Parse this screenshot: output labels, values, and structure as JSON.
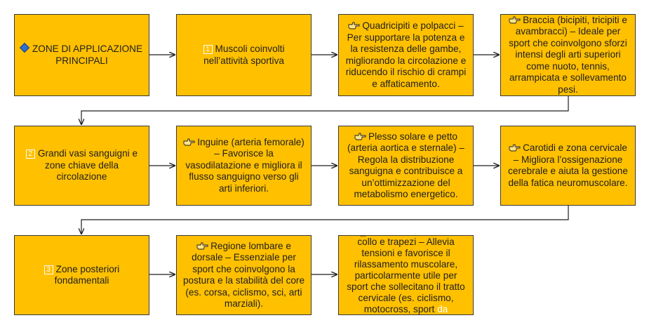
{
  "colors": {
    "box_fill": "#FFC000",
    "border": "#3a3a3a",
    "arrow": "#1f1f1f",
    "accent_blue": "#2e6fd1"
  },
  "icons": {
    "diamond": "blue-diamond-icon",
    "hand": "pointing-hand-icon",
    "number": "number-box-icon"
  },
  "rows": [
    {
      "boxes": [
        {
          "icon": "diamond",
          "text": "ZONE DI APPLICAZIONE PRINCIPALI"
        },
        {
          "icon": "number",
          "num": "1",
          "text": "Muscoli coinvolti nell’attività sportiva"
        },
        {
          "icon": "hand",
          "text": "Quadricipiti e polpacci – Per supportare la potenza e la resistenza delle gambe, migliorando la circolazione e riducendo il rischio di crampi e affaticamento."
        },
        {
          "icon": "hand",
          "text": "Braccia (bicipiti, tricipiti e avambracci) – Ideale per sport che coinvolgono sforzi intensi degli arti superiori come nuoto, tennis, arrampicata e sollevamento pesi."
        }
      ]
    },
    {
      "boxes": [
        {
          "icon": "number",
          "num": "2",
          "text": "Grandi vasi sanguigni e zone chiave della circolazione"
        },
        {
          "icon": "hand",
          "text": "Inguine (arteria femorale) – Favorisce la vasodilatazione e migliora il flusso sanguigno verso gli arti inferiori."
        },
        {
          "icon": "hand",
          "text": "Plesso solare e petto (arteria aortica e sternale) – Regola la distribuzione sanguigna e contribuisce a un’ottimizzazione del metabolismo energetico."
        },
        {
          "icon": "hand",
          "text": "Carotidi e zona cervicale – Migliora l’ossigenazione cerebrale e aiuta la gestione della fatica neuromuscolare."
        }
      ]
    },
    {
      "boxes": [
        {
          "icon": "number",
          "num": "3",
          "text": "Zone posteriori fondamentali"
        },
        {
          "icon": "hand",
          "text": "Regione lombare e dorsale – Essenziale per sport che coinvolgono la postura e la stabilità del core (es. corsa, ciclismo, sci, arti marziali)."
        },
        {
          "icon": "hand",
          "text": "collo e trapezi – Allevia tensioni e favorisce il rilassamento muscolare, particolarmente utile per sport che sollecitano il tratto cervicale (es. ciclismo, motocross, sport",
          "tail": "da"
        }
      ]
    }
  ]
}
